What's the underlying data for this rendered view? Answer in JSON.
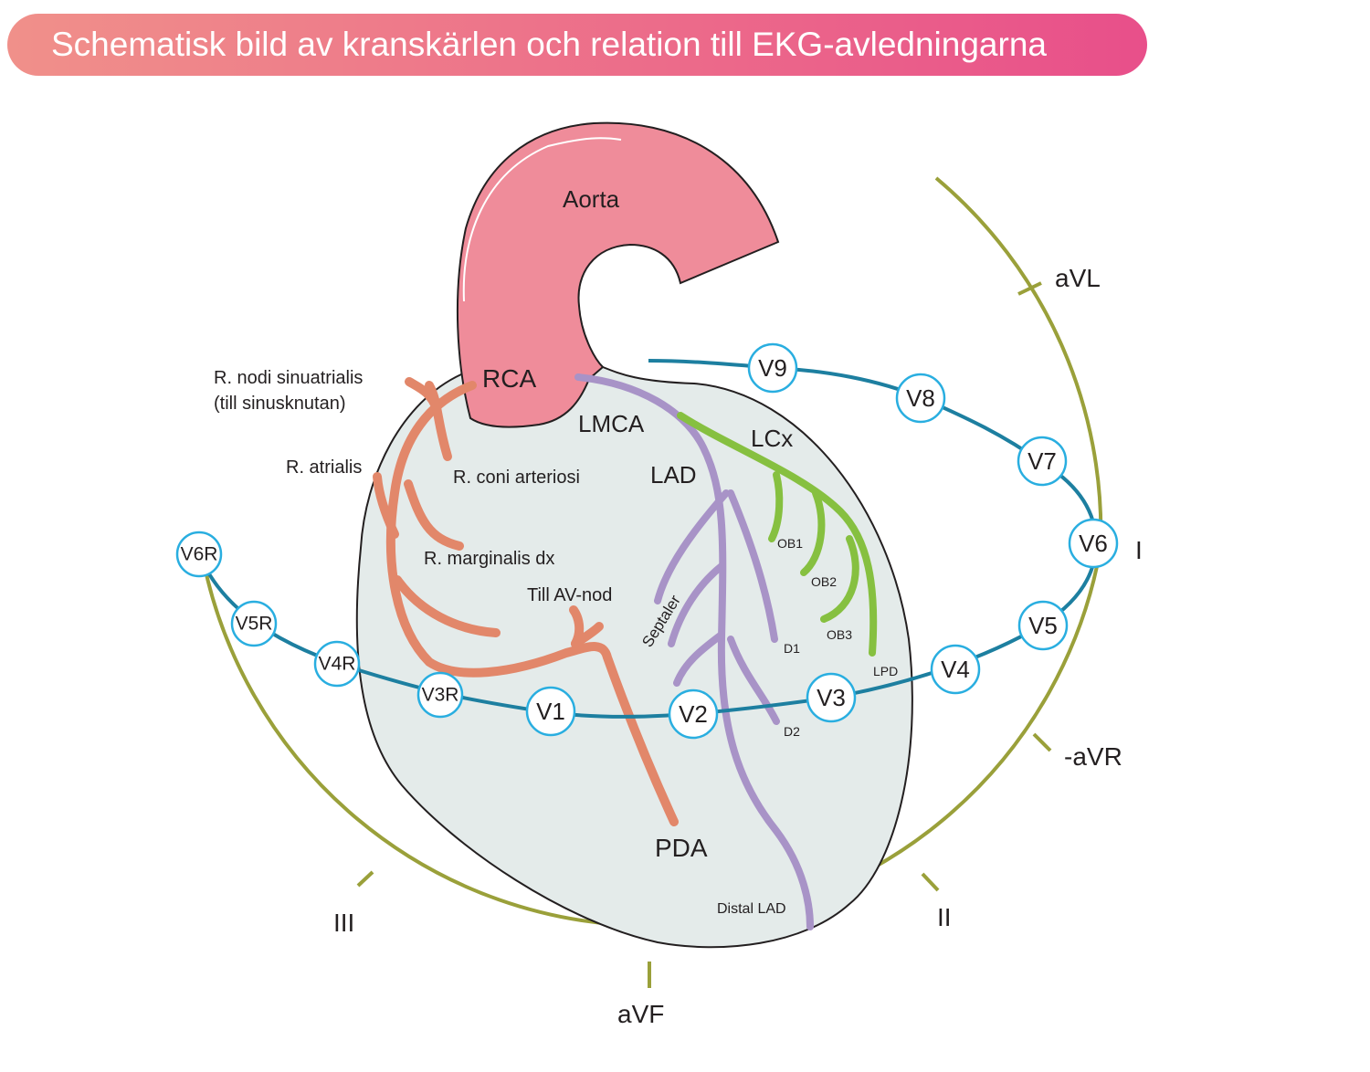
{
  "title": "Schematisk bild av kranskärlen och relation till EKG-avledningarna",
  "colors": {
    "title_gradient": [
      "#f0908a",
      "#e84f8a"
    ],
    "aorta": "#ef8c9a",
    "heart_fill": "#e4ebea",
    "rca": "#e2876a",
    "lad": "#a893c7",
    "lcx": "#86c040",
    "chest_lead_line": "#1d7fa0",
    "limb_lead_arc": "#9aa03a",
    "lead_circle_stroke": "#29aee0"
  },
  "structures": {
    "aorta": "Aorta",
    "rca": "RCA",
    "lmca": "LMCA",
    "lad": "LAD",
    "lcx": "LCx",
    "pda": "PDA"
  },
  "branches": {
    "r_nodi_line1": "R. nodi sinuatrialis",
    "r_nodi_line2": "(till sinusknutan)",
    "r_atrialis": "R. atrialis",
    "r_coni": "R. coni arteriosi",
    "r_marginalis": "R. marginalis dx",
    "av_nod": "Till AV-nod",
    "septaler": "Septaler",
    "ob1": "OB1",
    "ob2": "OB2",
    "ob3": "OB3",
    "lpd": "LPD",
    "d1": "D1",
    "d2": "D2",
    "distal_lad": "Distal LAD"
  },
  "chest_leads": [
    "V6R",
    "V5R",
    "V4R",
    "V3R",
    "V1",
    "V2",
    "V3",
    "V4",
    "V5",
    "V6",
    "V7",
    "V8",
    "V9"
  ],
  "limb_leads": {
    "avl": "aVL",
    "i": "I",
    "minus_avr": "-aVR",
    "ii": "II",
    "avf": "aVF",
    "iii": "III"
  }
}
